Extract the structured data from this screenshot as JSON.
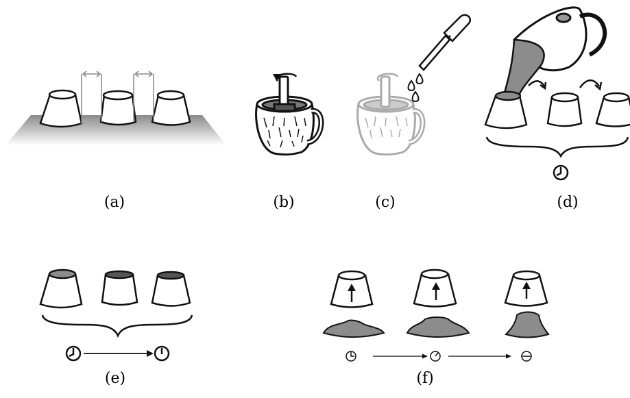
{
  "figure": {
    "panels": [
      {
        "id": "a",
        "label": "(a)"
      },
      {
        "id": "b",
        "label": "(b)"
      },
      {
        "id": "c",
        "label": "(c)"
      },
      {
        "id": "d",
        "label": "(d)"
      },
      {
        "id": "e",
        "label": "(e)"
      },
      {
        "id": "f",
        "label": "(f)"
      }
    ]
  },
  "colors": {
    "ink": "#111111",
    "grey_fill": "#8c8c8c",
    "light_grey": "#b0b0b0",
    "surface_top": "#8a8a8a",
    "surface_bottom": "#ffffff"
  }
}
